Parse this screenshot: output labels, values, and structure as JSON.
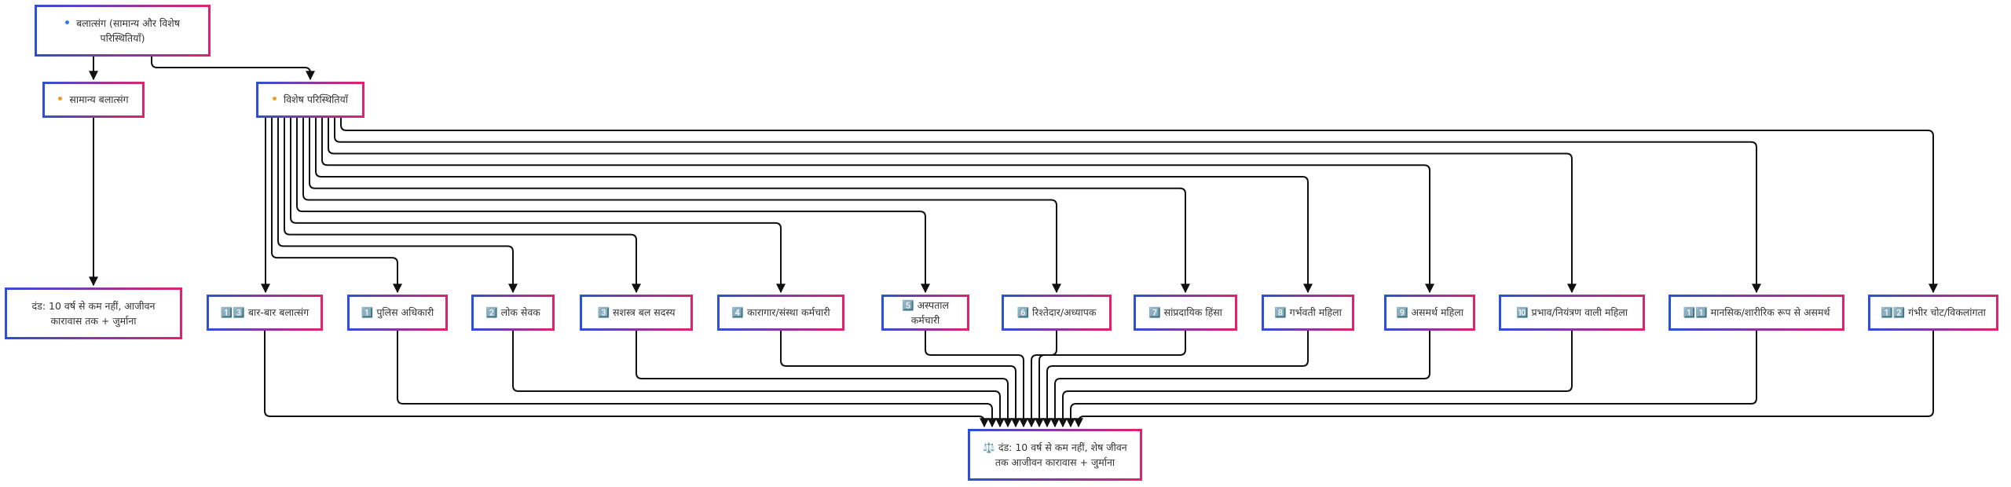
{
  "colors": {
    "edge": "#111111",
    "border_left": "#2f4fd6",
    "border_right": "#e0226e",
    "dot_blue": "#2b7de9",
    "dot_orange": "#f0a020"
  },
  "root": {
    "icon": "blue-dot-icon",
    "label": "बलात्संग (सामान्य और विशेष परिस्थितियाँ)"
  },
  "general": {
    "icon": "orange-dot-icon",
    "label": "सामान्य बलात्संग",
    "penalty": "दंड: 10 वर्ष से कम नहीं, आजीवन कारावास तक + जुर्माना"
  },
  "special": {
    "icon": "orange-dot-icon",
    "label": "विशेष परिस्थितियाँ"
  },
  "circumstances": [
    "1️⃣3️⃣ बार-बार बलात्संग",
    "1️⃣ पुलिस अधिकारी",
    "2️⃣ लोक सेवक",
    "3️⃣ सशस्त्र बल सदस्य",
    "4️⃣ कारागार/संस्था कर्मचारी",
    "5️⃣ अस्पताल कर्मचारी",
    "6️⃣ रिश्तेदार/अध्यापक",
    "7️⃣ सांप्रदायिक हिंसा",
    "8️⃣ गर्भवती महिला",
    "9️⃣ असमर्थ महिला",
    "🔟 प्रभाव/नियंत्रण वाली महिला",
    "1️⃣1️⃣ मानसिक/शारीरिक रूप से असमर्थ",
    "1️⃣2️⃣ गंभीर चोट/विकलांगता"
  ],
  "special_penalty": "⚖️ दंड: 10 वर्ष से कम नहीं, शेष जीवन तक आजीवन कारावास + जुर्माना"
}
